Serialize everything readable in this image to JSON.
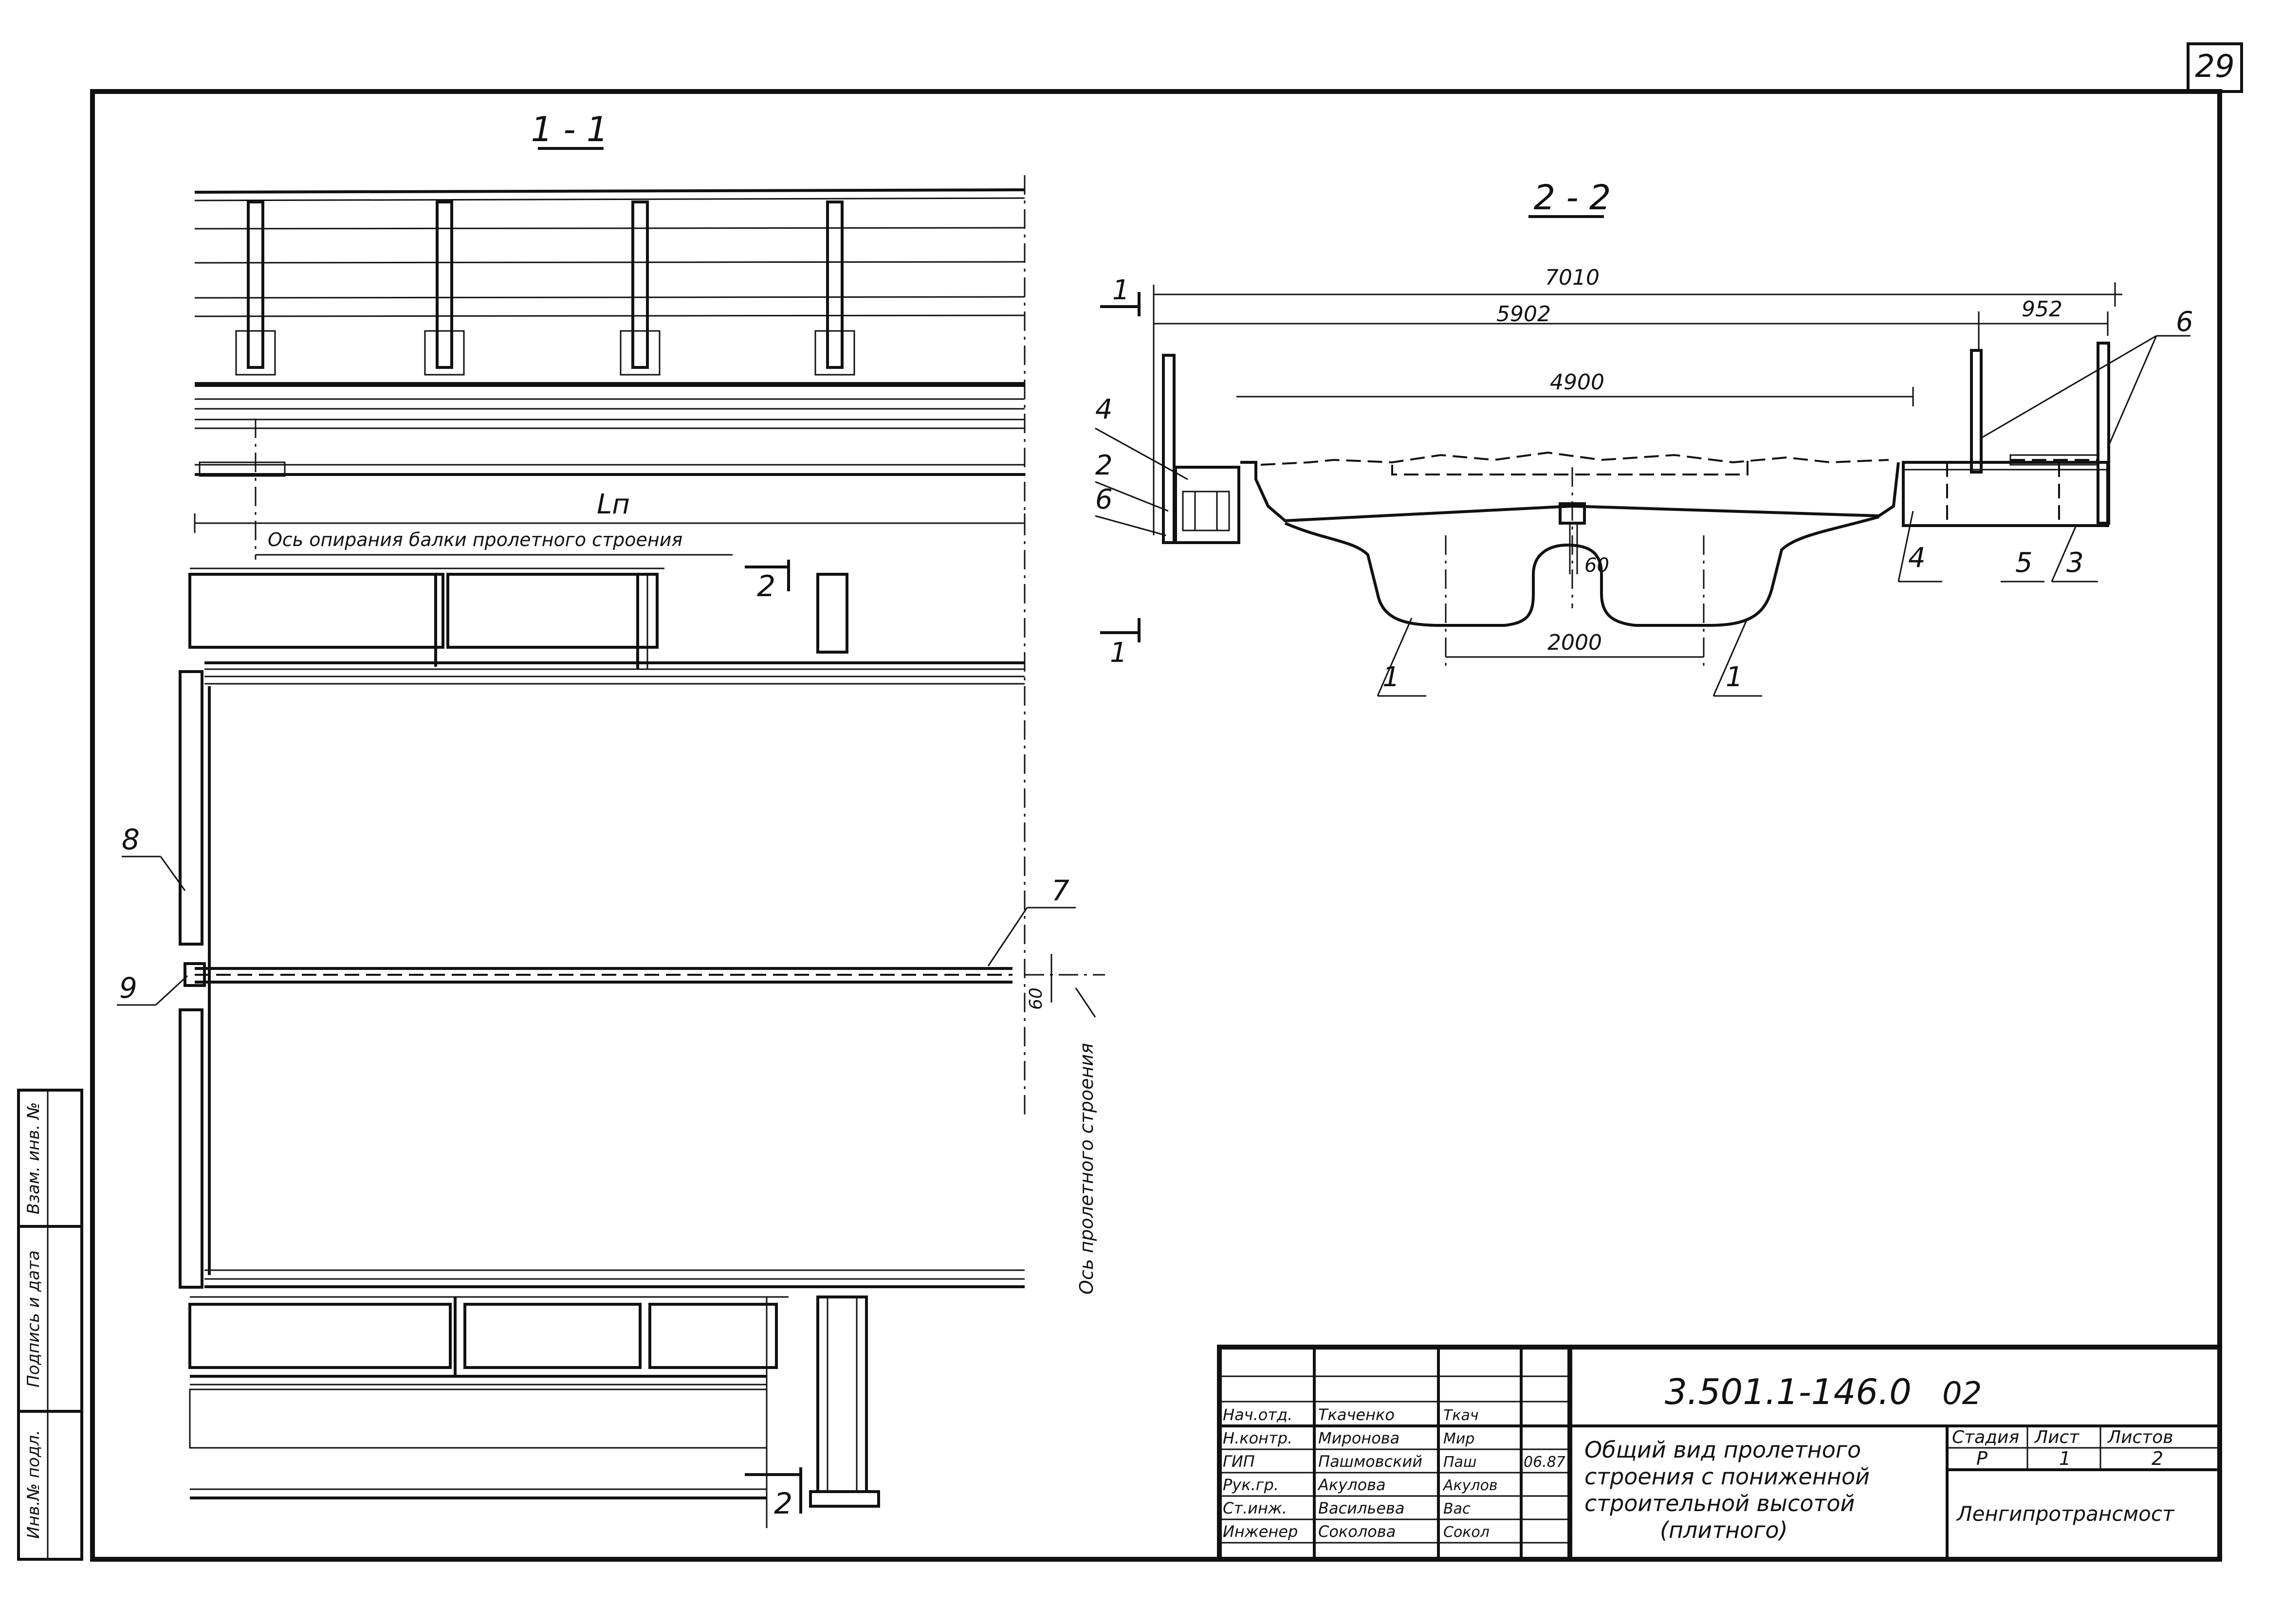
{
  "sheet": {
    "page_number": "29"
  },
  "section_1_1": {
    "title": "1 - 1",
    "span_label": "Lп",
    "axis_note": "Ось опирания балки пролетного строения",
    "cut_marker": "2",
    "callouts": [
      "8",
      "9",
      "7"
    ],
    "gap_dim": "60",
    "axis_note_vertical": "Ось пролетного строения",
    "cut_marker_bottom": "2"
  },
  "section_2_2": {
    "title": "2 - 2",
    "cut_marker_top": "1",
    "cut_marker_bottom": "1",
    "dims": {
      "overall": "7010",
      "roadway": "5902",
      "sidewalk": "952",
      "inner": "4900",
      "gap": "60",
      "beam_spacing": "2000"
    },
    "callouts": [
      "4",
      "2",
      "6",
      "6",
      "4",
      "5",
      "3",
      "1",
      "1"
    ]
  },
  "side_stamp": {
    "cells": [
      "Взам. инв. №",
      "Подпись и дата",
      "Инв.№ подл."
    ]
  },
  "title_block": {
    "code": "3.501.1-146.0",
    "code_suffix": "02",
    "title_lines": [
      "Общий вид пролетного",
      "строения с пониженной",
      "строительной высотой",
      "(плитного)"
    ],
    "roles": [
      {
        "role": "Нач.отд.",
        "name": "Ткаченко",
        "sign": "Ткач"
      },
      {
        "role": "Н.контр.",
        "name": "Миронова",
        "sign": "Мир"
      },
      {
        "role": "ГИП",
        "name": "Пашмовский",
        "sign": "Паш",
        "date": "06.87"
      },
      {
        "role": "Рук.гр.",
        "name": "Акулова",
        "sign": "Акулов"
      },
      {
        "role": "Ст.инж.",
        "name": "Васильева",
        "sign": "Вас"
      },
      {
        "role": "Инженер",
        "name": "Соколова",
        "sign": "Сокол"
      }
    ],
    "stage_header": {
      "stage": "Стадия",
      "sheet": "Лист",
      "sheets": "Листов"
    },
    "stage_values": {
      "stage": "Р",
      "sheet": "1",
      "sheets": "2"
    },
    "organization": "Ленгипротрансмост"
  }
}
